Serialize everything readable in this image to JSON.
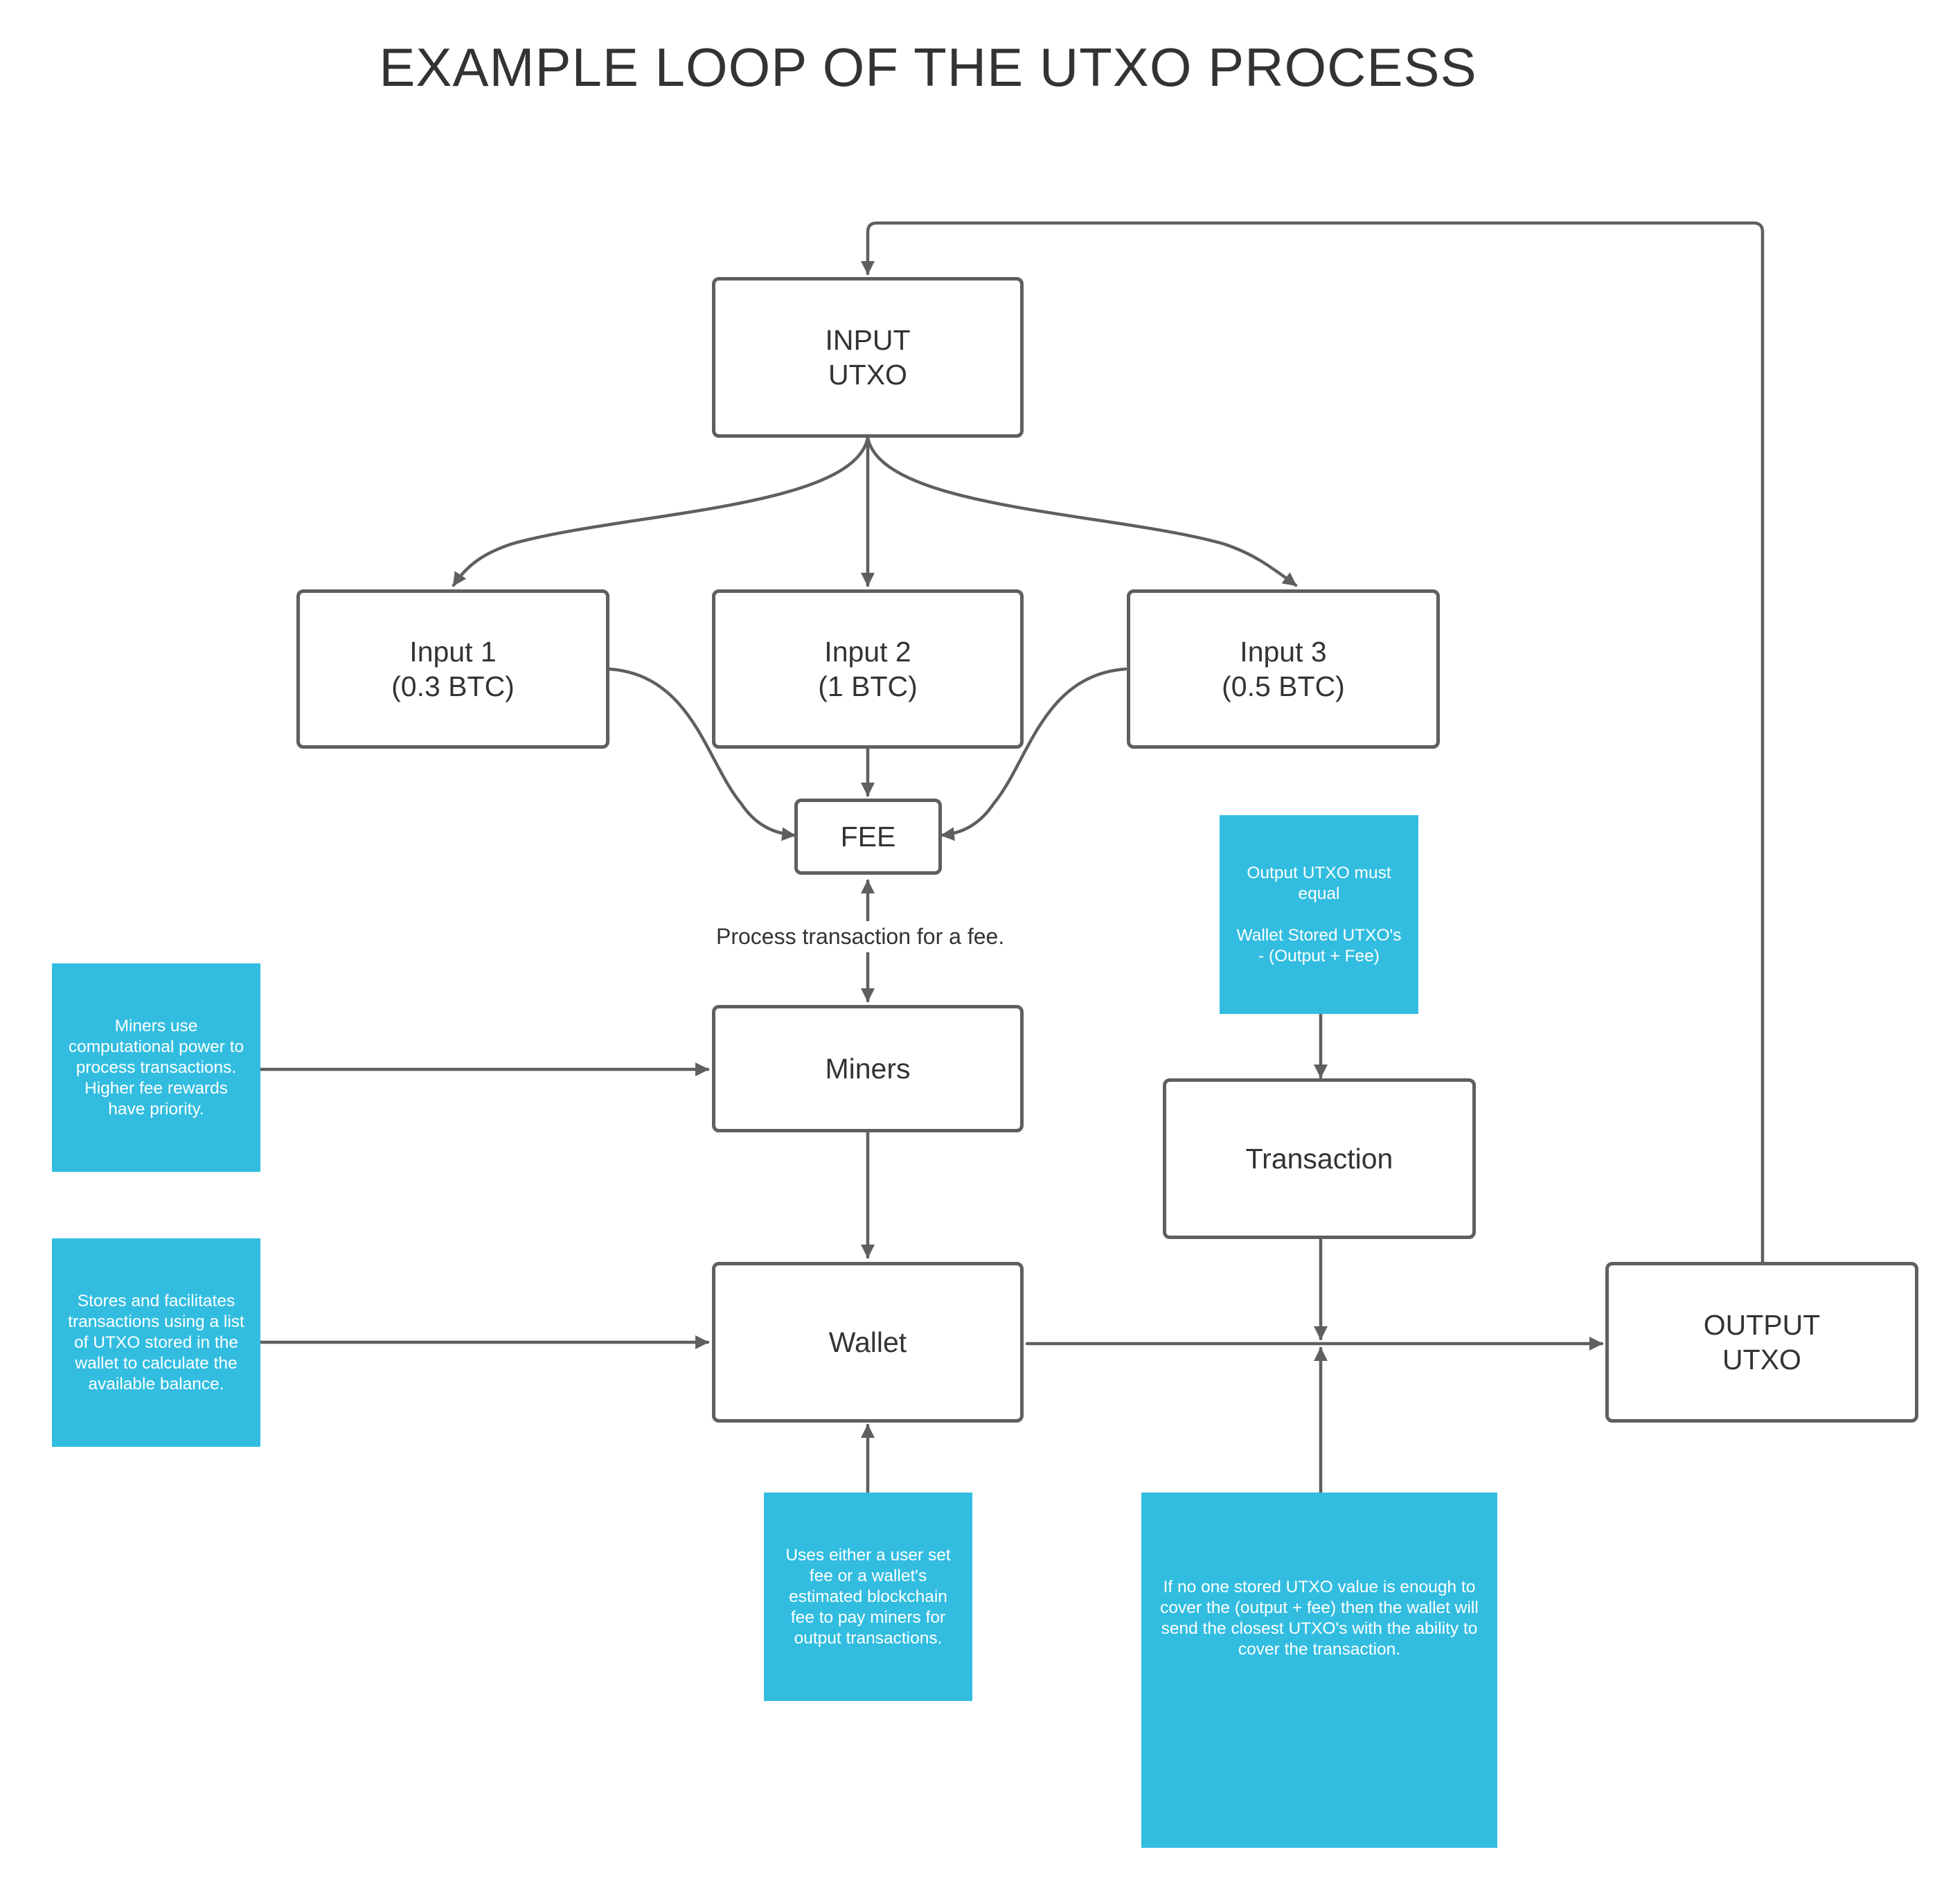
{
  "title": "EXAMPLE LOOP OF THE UTXO PROCESS",
  "colors": {
    "line": "#5f5f5f",
    "note_bg": "#32bde0",
    "note_text": "#ffffff",
    "text": "#333333"
  },
  "nodes": {
    "input_utxo": {
      "line1": "INPUT",
      "line2": "UTXO"
    },
    "input1": {
      "line1": "Input 1",
      "line2": "(0.3 BTC)"
    },
    "input2": {
      "line1": "Input 2",
      "line2": "(1 BTC)"
    },
    "input3": {
      "line1": "Input 3",
      "line2": "(0.5 BTC)"
    },
    "fee": "FEE",
    "miners": "Miners",
    "wallet": "Wallet",
    "transaction": "Transaction",
    "output_utxo": {
      "line1": "OUTPUT",
      "line2": "UTXO"
    }
  },
  "edge_label": "Process transaction for a fee.",
  "notes": {
    "miners": "Miners use computational power to process transactions. Higher fee rewards have priority.",
    "wallet": "Stores and facilitates transactions using a list of UTXO stored in the wallet to calculate the available balance.",
    "fee": "Uses either a user set fee or a wallet's estimated blockchain fee to pay miners for output transactions.",
    "output_rule": {
      "line1": "Output UTXO must equal",
      "line2": "Wallet Stored UTXO's - (Output + Fee)"
    },
    "closest_utxo": "If no one stored UTXO value is enough to cover the (output + fee) then the wallet will send the closest UTXO's with the ability to cover the transaction."
  }
}
